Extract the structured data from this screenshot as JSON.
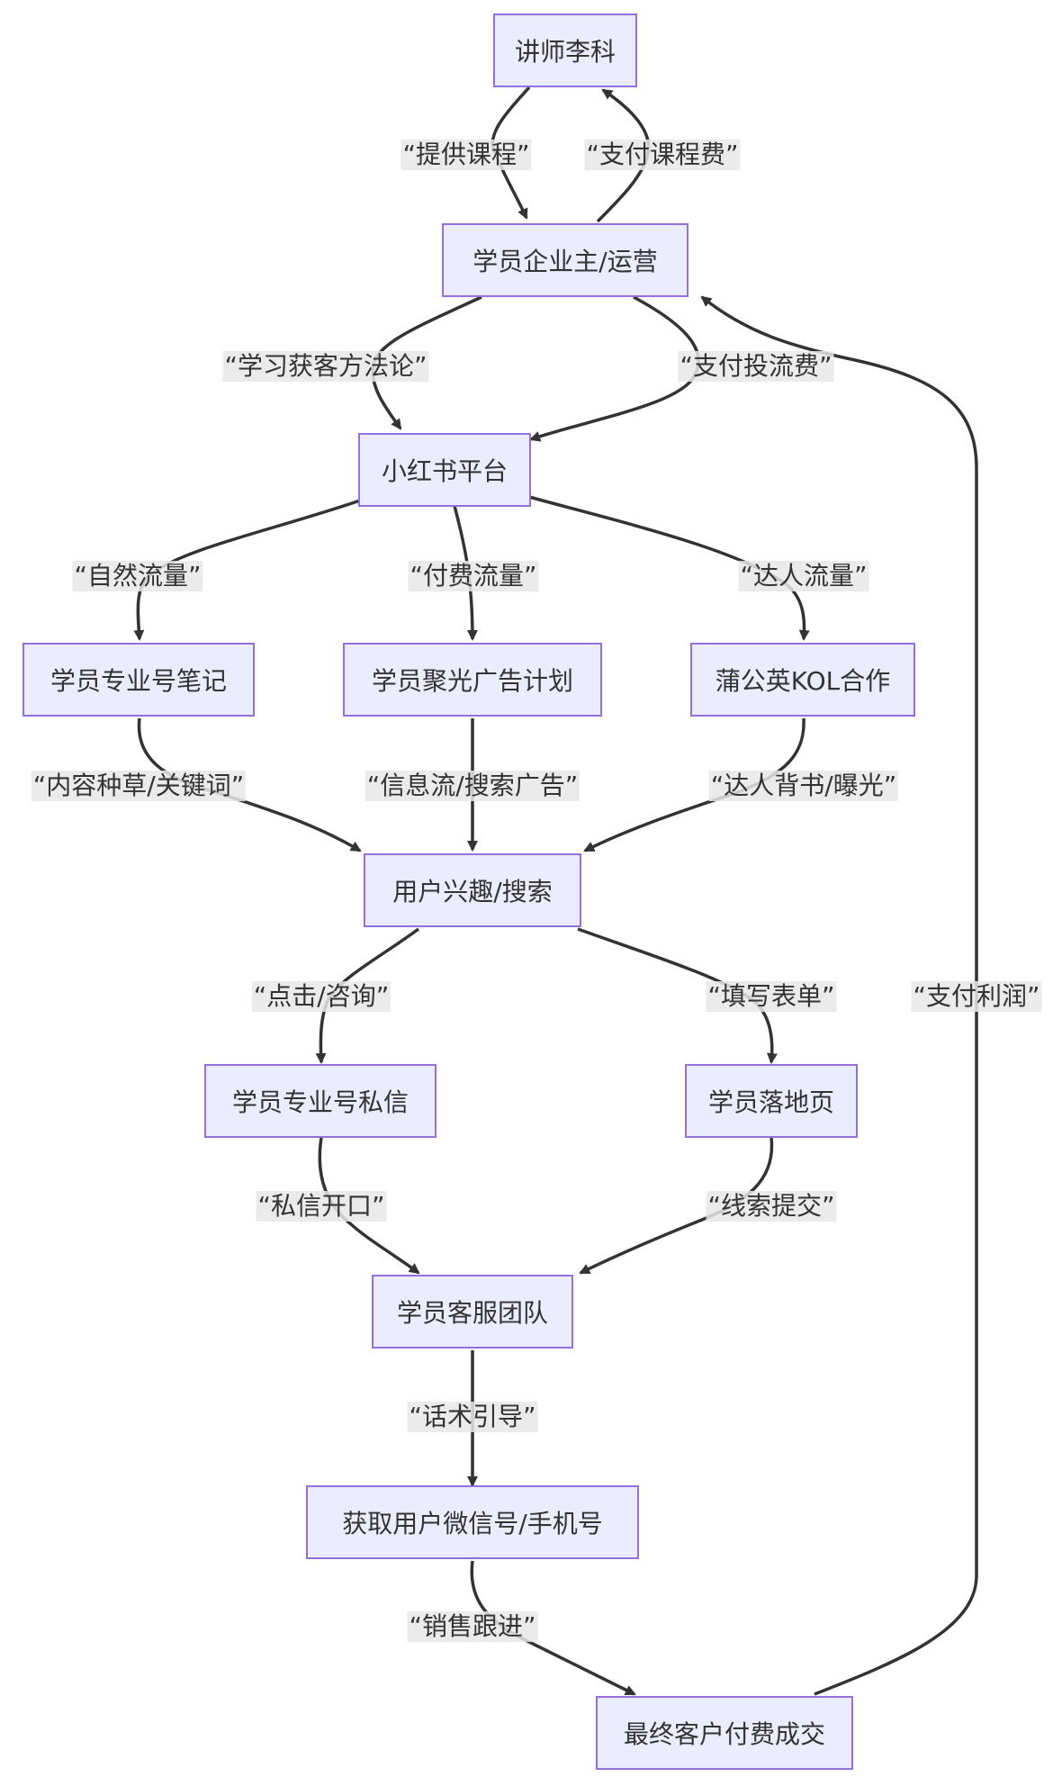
{
  "nodes": {
    "teacher": "讲师李科",
    "student_owner": "学员企业主/运营",
    "xiaohongshu": "小红书平台",
    "pro_account_notes": "学员专业号笔记",
    "juguang_ads": "学员聚光广告计划",
    "pugongying_kol": "蒲公英KOL合作",
    "user_interest": "用户兴趣/搜索",
    "pro_account_dm": "学员专业号私信",
    "landing_page": "学员落地页",
    "service_team": "学员客服团队",
    "get_contact": "获取用户微信号/手机号",
    "final_deal": "最终客户付费成交"
  },
  "edge_labels": {
    "provide_course": "“提供课程”",
    "pay_course_fee": "“支付课程费”",
    "learn_method": "“学习获客方法论”",
    "pay_ad_fee": "“支付投流费”",
    "natural_traffic": "“自然流量”",
    "paid_traffic": "“付费流量”",
    "kol_traffic": "“达人流量”",
    "content_seeding": "“内容种草/关键词”",
    "feed_search_ads": "“信息流/搜索广告”",
    "kol_endorse": "“达人背书/曝光”",
    "click_consult": "“点击/咨询”",
    "fill_form": "“填写表单”",
    "dm_open": "“私信开口”",
    "lead_submit": "“线索提交”",
    "script_guide": "“话术引导”",
    "sales_follow": "“销售跟进”",
    "pay_profit": "“支付利润”"
  },
  "colors": {
    "node_fill": "#ececff",
    "node_border": "#9370db",
    "edge": "#333333",
    "label_bg": "#e8e8e8",
    "text": "#333333"
  }
}
